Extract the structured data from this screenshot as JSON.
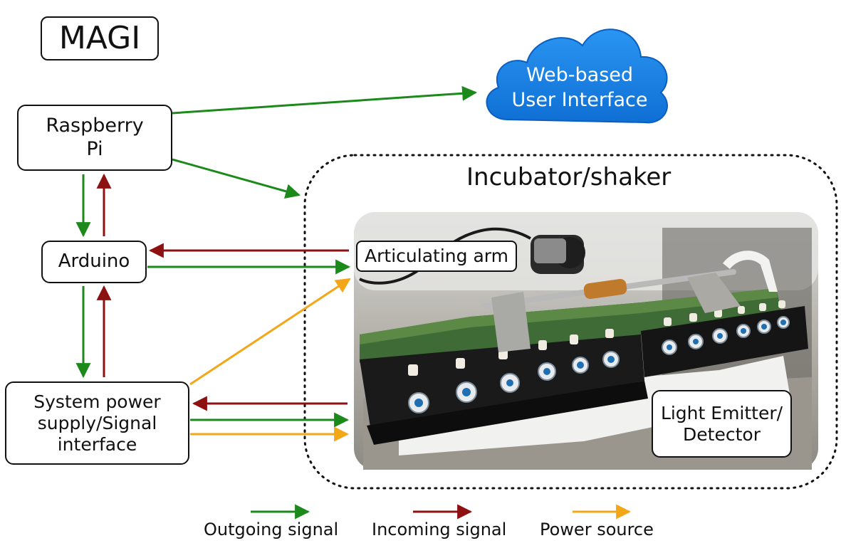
{
  "title": "MAGI",
  "nodes": {
    "raspberry_pi": "Raspberry\nPi",
    "arduino": "Arduino",
    "power_supply": "System power\nsupply/Signal\ninterface",
    "articulating_arm": "Articulating arm",
    "light_emitter": "Light Emitter/\nDetector",
    "web_ui": "Web-based\nUser Interface"
  },
  "incubator_label": "Incubator/shaker",
  "legend": {
    "outgoing": "Outgoing signal",
    "incoming": "Incoming signal",
    "power": "Power source"
  },
  "colors": {
    "outgoing": "#1b8a1b",
    "incoming": "#8e1111",
    "power": "#f4a716",
    "cloud": "#1582e6",
    "cloud_edge": "#0a5fc0"
  },
  "icons": [
    "cloud-icon",
    "arrow-icon"
  ]
}
